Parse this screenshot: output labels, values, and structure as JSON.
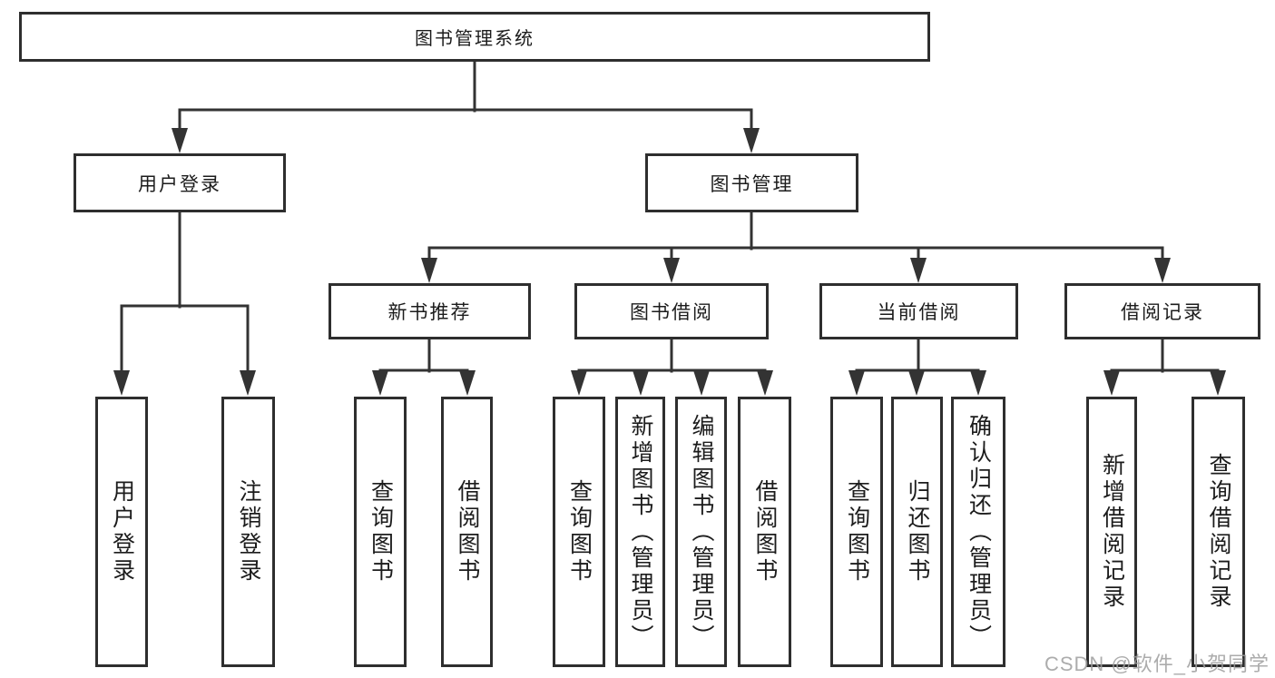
{
  "diagram": {
    "title": "图书管理系统",
    "root": {
      "label": "图书管理系统"
    },
    "level2": [
      {
        "label": "用户登录"
      },
      {
        "label": "图书管理"
      }
    ],
    "level3": [
      {
        "label": "新书推荐"
      },
      {
        "label": "图书借阅"
      },
      {
        "label": "当前借阅"
      },
      {
        "label": "借阅记录"
      }
    ],
    "leaves": {
      "user_login": [
        "用户登录",
        "注销登录"
      ],
      "new_book": [
        "查询图书",
        "借阅图书"
      ],
      "book_borrow": [
        "查询图书",
        "新增图书（管理员）",
        "编辑图书（管理员）",
        "借阅图书"
      ],
      "current_borrow": [
        "查询图书",
        "归还图书",
        "确认归还（管理员）"
      ],
      "borrow_record": [
        "新增借阅记录",
        "查询借阅记录"
      ]
    }
  },
  "watermark": "CSDN @软件_小贺同学",
  "colors": {
    "background": "#ffffff",
    "line": "#333333",
    "box_border": "#2e2e2e",
    "text": "#1c1c1c",
    "watermark": "#9e9e9e"
  }
}
